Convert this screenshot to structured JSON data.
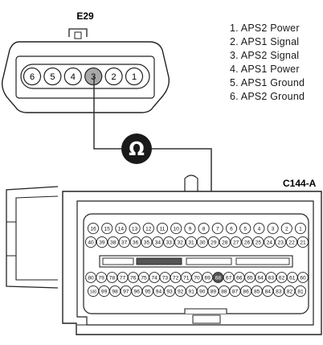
{
  "connector_e29": {
    "label": "E29",
    "pins": [
      "6",
      "5",
      "4",
      "3",
      "2",
      "1"
    ],
    "probed_pin": "3"
  },
  "connector_c144": {
    "label": "C144-A",
    "row1_pins": [
      "16",
      "15",
      "14",
      "13",
      "12",
      "11",
      "10",
      "9",
      "8",
      "7",
      "6",
      "5",
      "4",
      "3",
      "2",
      "1"
    ],
    "row2_pins": [
      "40",
      "39",
      "38",
      "37",
      "36",
      "35",
      "34",
      "33",
      "32",
      "31",
      "30",
      "29",
      "28",
      "27",
      "26",
      "25",
      "24",
      "23",
      "22",
      "21"
    ],
    "row3_pins": [
      "80",
      "79",
      "78",
      "77",
      "76",
      "75",
      "74",
      "73",
      "72",
      "71",
      "70",
      "69",
      "68",
      "67",
      "66",
      "65",
      "64",
      "63",
      "62",
      "61",
      "60"
    ],
    "row4_pins": [
      "100",
      "99",
      "98",
      "97",
      "96",
      "95",
      "94",
      "93",
      "92",
      "91",
      "90",
      "89",
      "88",
      "87",
      "86",
      "85",
      "84",
      "83",
      "82",
      "81"
    ]
  },
  "meter": {
    "symbol": "Ω"
  },
  "legend": [
    "1. APS2 Power",
    "2. APS1 Signal",
    "3. APS2 Signal",
    "4. APS1 Power",
    "5. APS1 Ground",
    "6. APS2 Ground"
  ],
  "colors": {
    "probe_pin": "#a8a8a8",
    "meter_fill": "#1a1a1a",
    "line": "#333333"
  }
}
